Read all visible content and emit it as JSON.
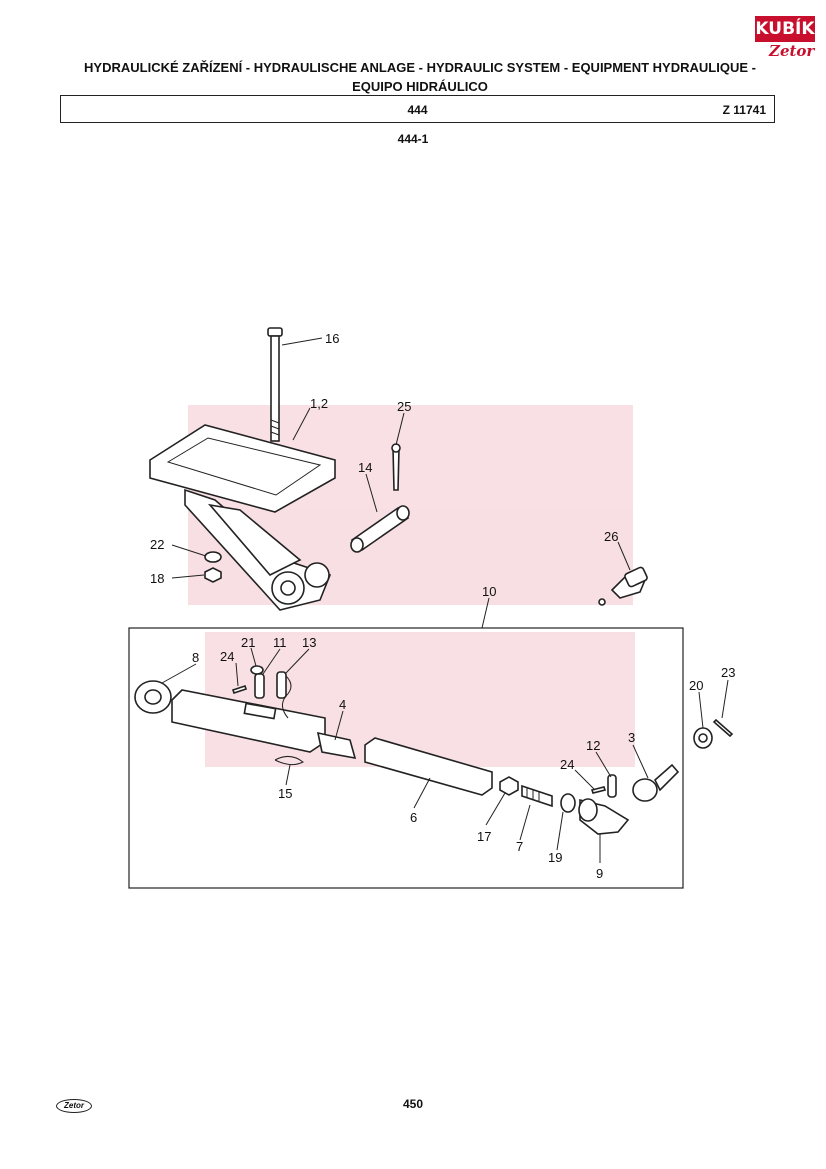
{
  "header": {
    "title_line1": "HYDRAULICKÉ ZAŘÍZENÍ - HYDRAULISCHE ANLAGE - HYDRAULIC SYSTEM - EQUIPMENT HYDRAULIQUE -",
    "title_line2": "EQUIPO HIDRÁULICO",
    "group_code": "444",
    "reference": "Z 11741"
  },
  "subtitle": "444-1",
  "page_number": "450",
  "brand": {
    "logo_text": "KUBÍK",
    "sub_logo_text": "Zetor",
    "footer_logo_text": "Zetor",
    "accent": "#c8102e"
  },
  "callouts": {
    "c16": "16",
    "c12a": "1,2",
    "c25": "25",
    "c14": "14",
    "c22": "22",
    "c18": "18",
    "c26": "26",
    "c10": "10",
    "c8": "8",
    "c24a": "24",
    "c21": "21",
    "c11": "11",
    "c13": "13",
    "c4": "4",
    "c15": "15",
    "c6": "6",
    "c17": "17",
    "c7": "7",
    "c19": "19",
    "c24b": "24",
    "c12": "12",
    "c3": "3",
    "c9": "9",
    "c20": "20",
    "c23": "23"
  }
}
